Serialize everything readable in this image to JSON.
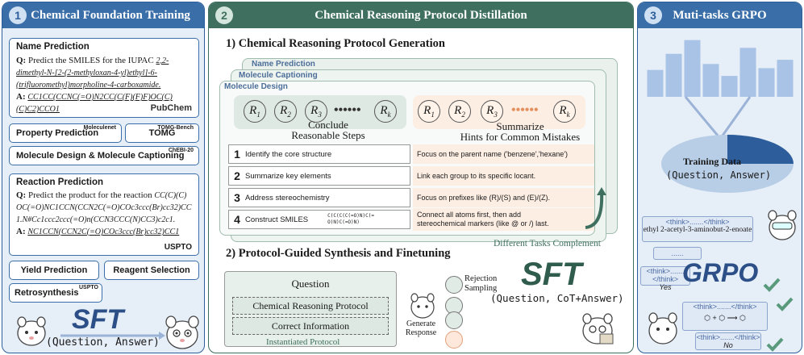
{
  "panel1": {
    "number": "1",
    "title": "Chemical Foundation Training",
    "name_prediction": {
      "title": "Name Prediction",
      "q_prefix": "Q:",
      "q_text": "Predict the SMILES for the IUPAC",
      "q_name": "2,2-dimethyl-N-[2-(2-methyloxan-4-yl)ethyl]-6-(trifluoromethyl)morpholine-4-carboxamide.",
      "a_prefix": "A:",
      "a_text": "CC1CC(CCNC(=O)N2CC(C(F)(F)F)OC(C)(C)C2)CCO1",
      "source": "PubChem"
    },
    "property_prediction": {
      "label": "Property Prediction",
      "tag": "Moleculenet"
    },
    "tomg": {
      "label": "TOMG",
      "tag": "TOMG-Bench"
    },
    "molecule_design": {
      "label": "Molecule Design & Molecule Captioning",
      "tag": "ChEBI-20"
    },
    "reaction_prediction": {
      "title": "Reaction Prediction",
      "q_prefix": "Q:",
      "q_text": "Predict the product for the reaction",
      "q_reaction": "CC(C)(C)OC(=O)NC1CCN(CCN2C(=O)COc3ccc(Br)cc32)CC1.N#Cc1ccc2ccc(=O)n(CCN3CCC(N)CC3)c2c1.",
      "a_prefix": "A:",
      "a_text": "NC1CCN(CCN2C(=O)COc3ccc(Br)cc32)CC1",
      "source": "USPTO"
    },
    "yield_prediction": {
      "label": "Yield Prediction"
    },
    "reagent_selection": {
      "label": "Reagent Selection"
    },
    "retrosynthesis": {
      "label": "Retrosynthesis",
      "tag": "USPTO"
    },
    "sft": {
      "label": "SFT",
      "caption": "(Question, Answer)"
    }
  },
  "panel2": {
    "number": "2",
    "title": "Chemical Reasoning Protocol Distillation",
    "section1": "1) Chemical Reasoning Protocol Generation",
    "layers": [
      "Name Prediction",
      "Molecule Captioning",
      "Molecule Design"
    ],
    "r_left": [
      "R1",
      "R2",
      "R3",
      "Rk"
    ],
    "r_right": [
      "R1",
      "R2",
      "R3",
      "Rk"
    ],
    "conclude": "Conclude",
    "conclude2": "Reasonable Steps",
    "summarize": "Summarize",
    "summarize2": "Hints for Common Mistakes",
    "steps": [
      {
        "n": "1",
        "text": "Identify the core structure"
      },
      {
        "n": "2",
        "text": "Summarize key elements"
      },
      {
        "n": "3",
        "text": "Address stereochemistry"
      },
      {
        "n": "4",
        "text": "Construct SMILES",
        "smiles": "C(C(C(C(=O)N)C(=O)N)C(=O)N)"
      }
    ],
    "hints": [
      "Focus on the parent name ('benzene','hexane')",
      "Link each group to its specific locant.",
      "Focus on prefixes like (R)/(S) and (E)/(Z).",
      "Connect all atoms first, then add",
      "stereochemical markers (like @ or /) last."
    ],
    "complement": "Different Tasks Complement",
    "section2": "2) Protocol-Guided Synthesis and Finetuning",
    "question": "Question",
    "crp": "Chemical Reasoning Protocol",
    "correct_info": "Correct Information",
    "instantiated": "Instantiated Protocol",
    "generate": "Generate",
    "response": "Response",
    "rejection": "Rejection",
    "sampling": "Sampling",
    "sft": "SFT",
    "sft_caption": "(Question, CoT+Answer)"
  },
  "panel3": {
    "number": "3",
    "title": "Muti-tasks GRPO",
    "bars": [
      0.45,
      0.72,
      0.95,
      0.55,
      0.35,
      0.82,
      0.48,
      0.62
    ],
    "training_data": "Training Data",
    "training_caption": "(Question, Answer)",
    "think_tag": "<think>.......</think>",
    "answer1": "ethyl 2-acetyl-3-aminobut-2-enoate",
    "dots": "......",
    "yes": "Yes",
    "no": "No",
    "grpo": "GRPO"
  }
}
